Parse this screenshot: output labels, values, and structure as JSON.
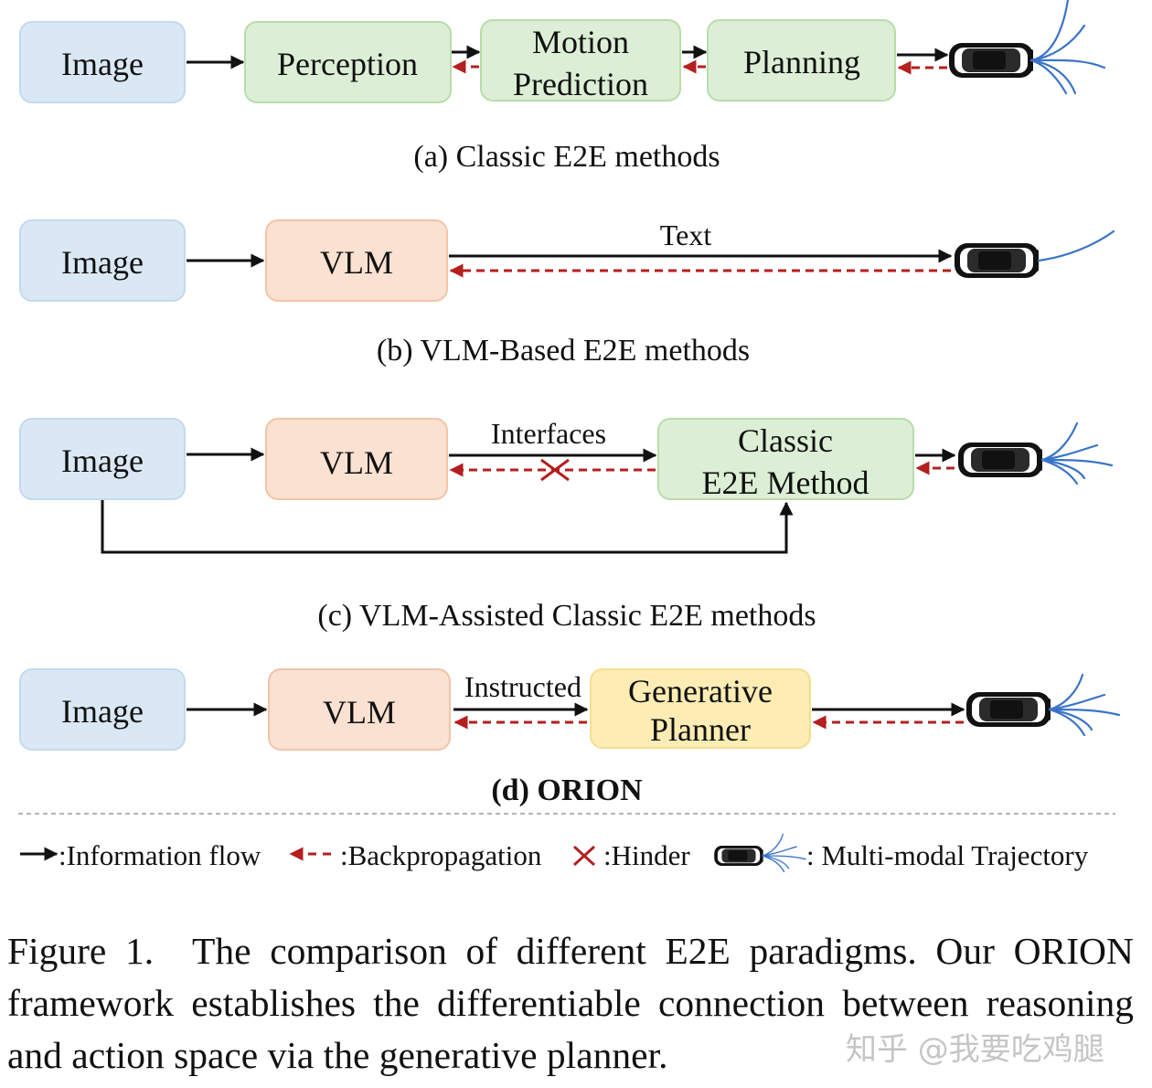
{
  "colors": {
    "input": {
      "fill": "#dae8f5",
      "stroke": "#c3d9ee"
    },
    "module": {
      "fill": "#dcefd6",
      "stroke": "#b8dcaa"
    },
    "vlm": {
      "fill": "#fbe1d1",
      "stroke": "#f2c4a7"
    },
    "planner": {
      "fill": "#fdecb3",
      "stroke": "#f6de90"
    },
    "info_flow": "#111111",
    "backprop": "#b41f1f",
    "trajectory": "#3a73c9"
  },
  "icons": {
    "car": "top-view-car-icon",
    "trajectory": "multimodal-trajectory-icon",
    "hinder": "cross-icon"
  },
  "panels": {
    "a": {
      "input": "Image",
      "stage1": "Perception",
      "stage2_line1": "Motion",
      "stage2_line2": "Prediction",
      "stage3": "Planning",
      "caption": "(a) Classic E2E methods"
    },
    "b": {
      "input": "Image",
      "model": "VLM",
      "edge_label": "Text",
      "caption": "(b) VLM-Based E2E methods"
    },
    "c": {
      "input": "Image",
      "model": "VLM",
      "edge_label": "Interfaces",
      "method_line1": "Classic",
      "method_line2": "E2E Method",
      "caption": "(c) VLM-Assisted Classic E2E methods"
    },
    "d": {
      "input": "Image",
      "model": "VLM",
      "edge_label": "Instructed",
      "planner_line1": "Generative",
      "planner_line2": "Planner",
      "caption": "(d) ORION"
    }
  },
  "legend": {
    "info_flow": ":Information flow",
    "backprop": ":Backpropagation",
    "hinder": ":Hinder",
    "trajectory": ": Multi-modal Trajectory"
  },
  "figure_caption": {
    "number": "Figure 1.",
    "text": "The comparison of different E2E paradigms. Our ORION framework establishes the differentiable connection between reasoning and action space via the generative planner."
  },
  "watermark": "知乎 @我要吃鸡腿"
}
